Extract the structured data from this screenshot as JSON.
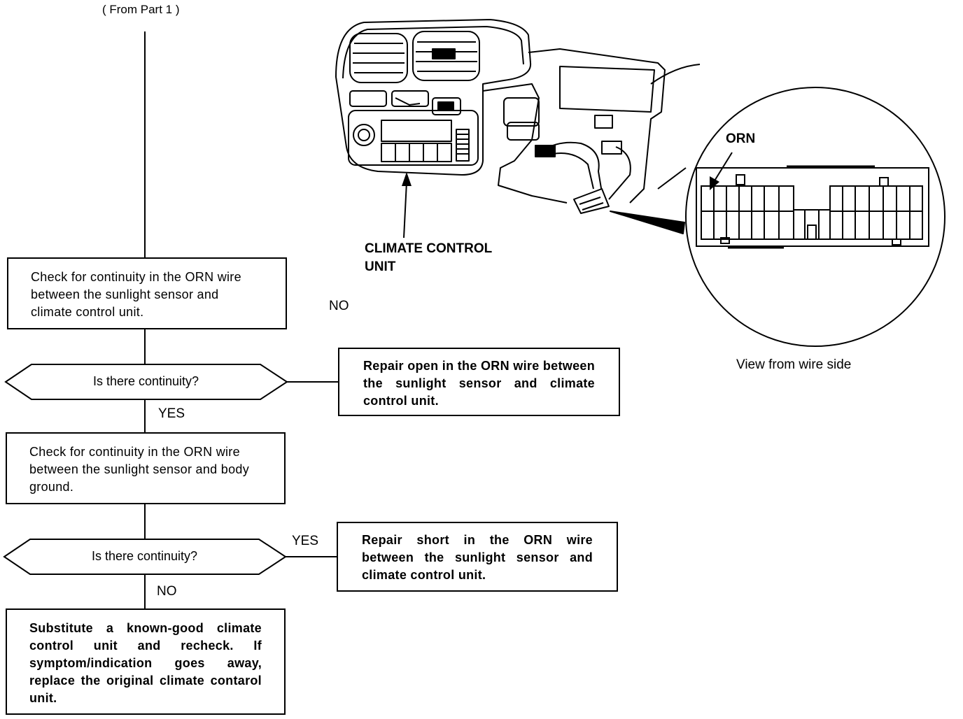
{
  "header": {
    "from_part": "( From Part 1 )"
  },
  "steps": {
    "check_continuity_1": "Check for continuity in the ORN wire between the sunlight sensor and climate control unit.",
    "decision_1": "Is there continuity?",
    "repair_open": "Repair open in the ORN wire between the sunlight sensor and climate control unit.",
    "check_continuity_2": "Check for continuity in the ORN wire between the sunlight sensor and body ground.",
    "decision_2": "Is there continuity?",
    "repair_short": "Repair short in the ORN wire between the sunlight sensor and climate control unit.",
    "substitute": "Substitute a known-good climate control unit and recheck. If symptom/indication goes away, replace the original climate contarol unit."
  },
  "branches": {
    "no_1": "NO",
    "yes_1": "YES",
    "yes_2": "YES",
    "no_2": "NO"
  },
  "illustration": {
    "callout_climate_line1": "CLIMATE CONTROL",
    "callout_climate_line2": "UNIT",
    "connector_wire_label": "ORN",
    "view_caption": "View from wire side"
  }
}
